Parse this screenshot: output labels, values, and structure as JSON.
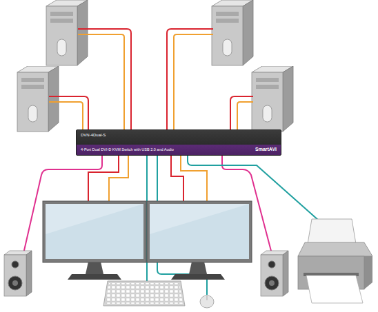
{
  "diagram": {
    "nodes": [
      {
        "text": [
          "DVN-4Dual-S",
          "4-Port Dual DVI-D KVM Switch with USB 2.0 and Audio",
          "SmartAVI"
        ]
      }
    ]
  }
}
